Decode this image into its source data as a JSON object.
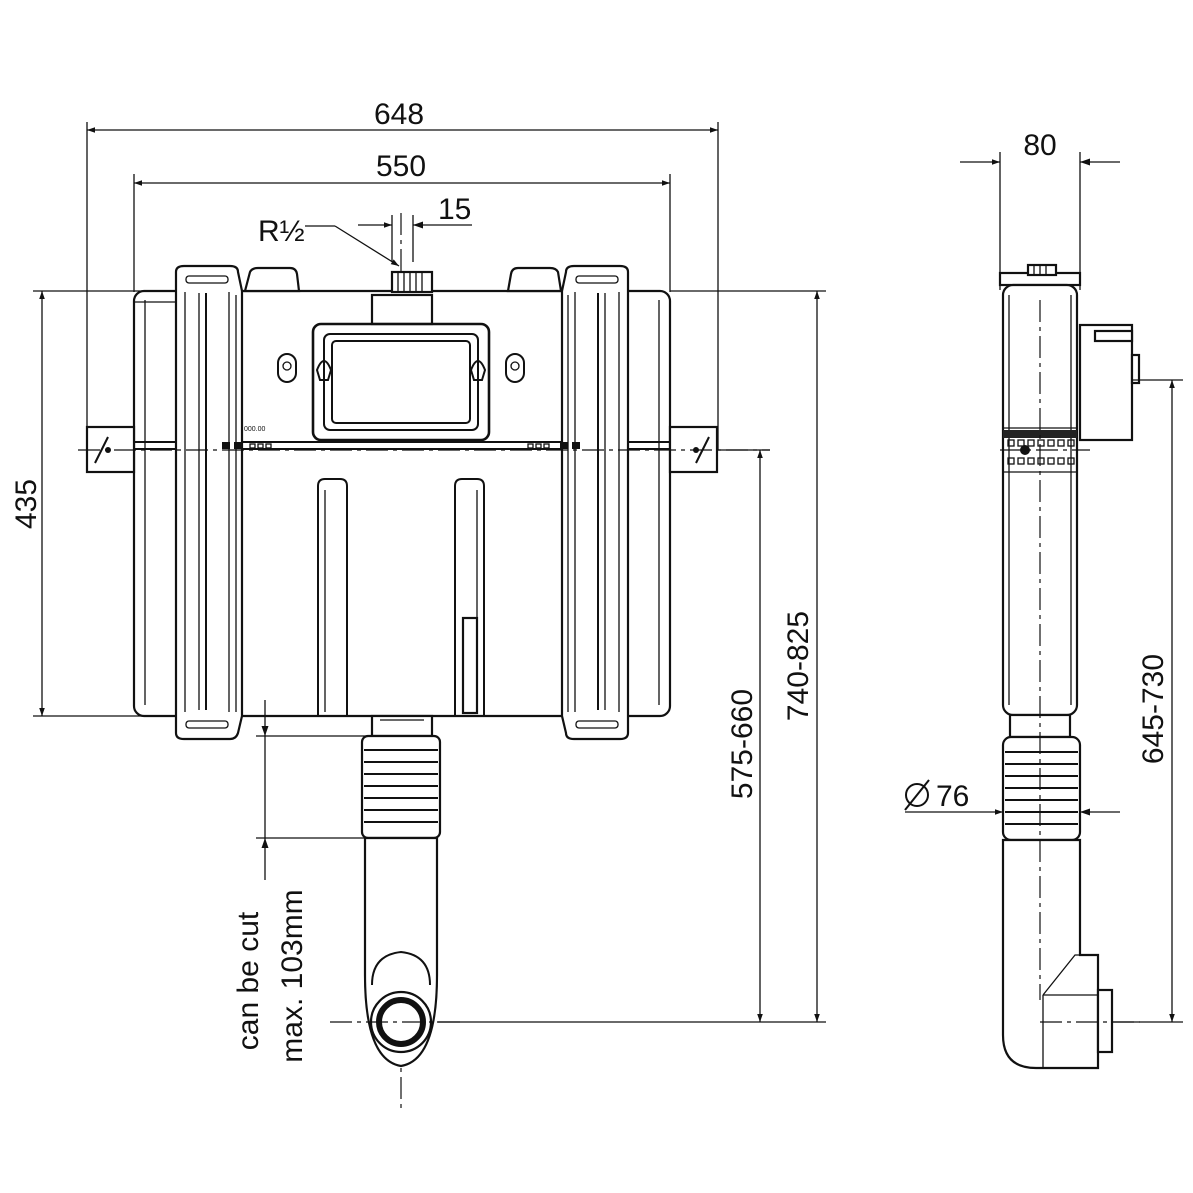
{
  "dimensions": {
    "overall_width": "648",
    "tank_width": "550",
    "inlet_offset": "15",
    "inlet_thread": "R½",
    "tank_height": "435",
    "range_outlet_height": "740-825",
    "range_outlet_height_small": "575-660",
    "cut_note_line1": "can be cut",
    "cut_note_line2": "max. 103mm",
    "side_depth": "80",
    "pipe_diameter": "76",
    "side_range": "645-730"
  },
  "labels": {
    "tank_marking": "000.00"
  }
}
